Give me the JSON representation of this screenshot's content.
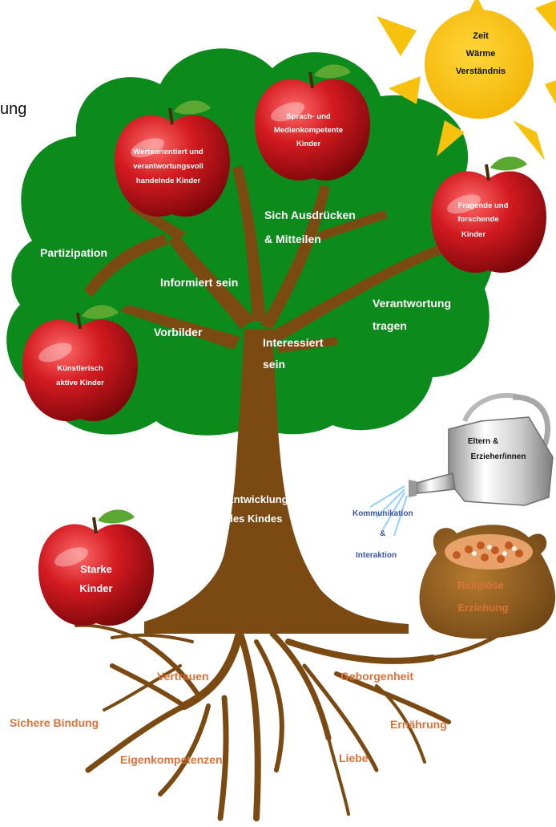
{
  "fragment": "ung",
  "sun": {
    "lines": [
      "Zeit",
      "Wärme",
      "Verständnis"
    ]
  },
  "apples": {
    "werte": [
      "Werteorientiert und",
      "verantwortungsvoll",
      "handelnde Kinder"
    ],
    "sprach": [
      "Sprach- und",
      "Medienkompetente",
      "Kinder"
    ],
    "fragend": [
      "Fragende und",
      "forschende",
      "Kinder"
    ],
    "kuenstler": [
      "Künstlerisch",
      "aktive Kinder"
    ],
    "stark": [
      "Starke",
      "Kinder"
    ]
  },
  "branches": {
    "partizipation": "Partizipation",
    "informiert": "Informiert sein",
    "sich_ausdruecken": [
      "Sich Ausdrücken",
      "& Mitteilen"
    ],
    "verantwortung": [
      "Verantwortung",
      "tragen"
    ],
    "vorbilder": "Vorbilder",
    "interessiert": [
      "Interessiert",
      "sein"
    ],
    "entwicklung": [
      "Entwicklung",
      "des Kindes"
    ]
  },
  "can": {
    "lines": [
      "Eltern &",
      "Erzieher/innen"
    ]
  },
  "water": [
    "Kommunikation",
    "&",
    "Interaktion"
  ],
  "sack": [
    "Religiöse",
    "Erziehung"
  ],
  "roots": {
    "vertrauen": "Vertrauen",
    "geborgenheit": "Geborgenheit",
    "sichere_bindung": "Sichere Bindung",
    "ernaehrung": "Ernährung",
    "eigenkompetenzen": "Eigenkompetenzen",
    "liebe": "Liebe"
  },
  "colors": {
    "crown": "#0c8a1c",
    "trunk": "#7a4a12",
    "sun": "#f6c20e",
    "apple": "#c8141b",
    "leaf": "#5aa832",
    "root_text": "#d9733a",
    "water_text": "#3a56a8"
  }
}
